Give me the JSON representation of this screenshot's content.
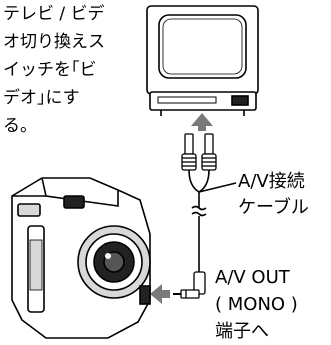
{
  "instruction": {
    "lines": [
      "テレビ / ビデ",
      "オ切り換えス",
      "イッチを｢ビ",
      "デオ｣にす",
      "る。"
    ]
  },
  "labels": {
    "cable": [
      "A/V接続",
      "ケーブル"
    ],
    "port": [
      "A/V OUT",
      "( MONO )",
      "端子へ"
    ]
  },
  "colors": {
    "line": "#000000",
    "arrow": "#7a7a7a",
    "body_shade": "#d8d8d8",
    "dark": "#222222"
  }
}
